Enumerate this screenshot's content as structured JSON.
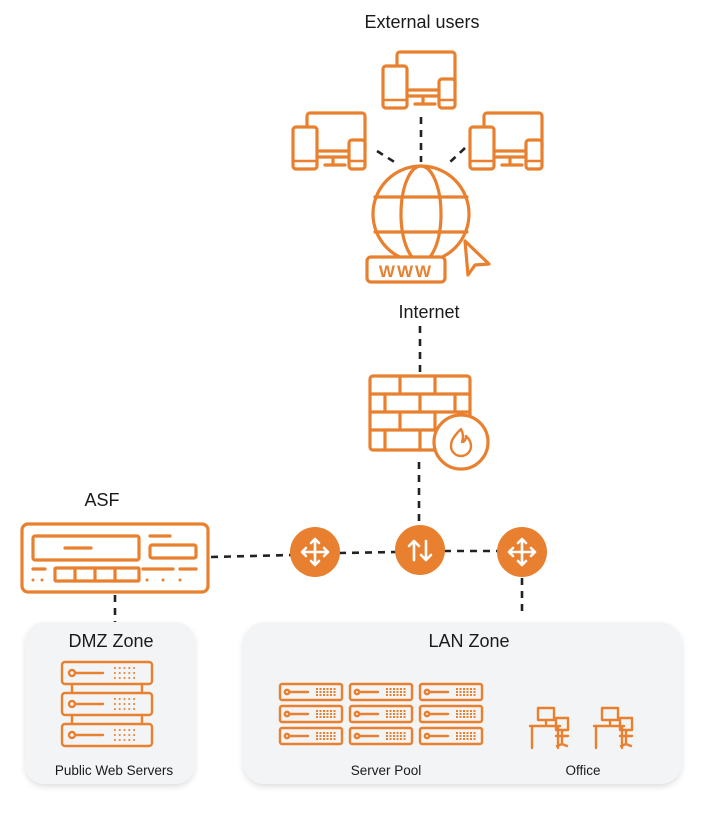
{
  "labels": {
    "external_users": "External users",
    "internet": "Internet",
    "asf": "ASF",
    "dmz_zone": "DMZ Zone",
    "public_web_servers": "Public Web Servers",
    "lan_zone": "LAN Zone",
    "server_pool": "Server Pool",
    "office": "Office",
    "www": "WWW"
  },
  "colors": {
    "accent": "#E8802F",
    "zone_bg": "#F3F4F6",
    "connector": "#222222"
  }
}
